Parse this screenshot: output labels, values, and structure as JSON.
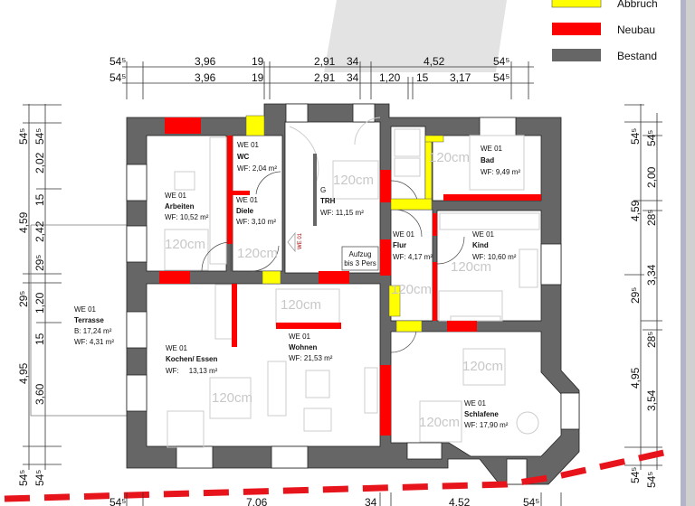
{
  "legend": {
    "items": [
      {
        "label": "Abbruch",
        "color": "#ffff00"
      },
      {
        "label": "Neubau",
        "color": "#ff0000"
      },
      {
        "label": "Bestand",
        "color": "#666666"
      }
    ]
  },
  "dimensions": {
    "top_row1": [
      "54⁵",
      "3,96",
      "19",
      "2,91",
      "34",
      "4,52",
      "54⁵"
    ],
    "top_row2": [
      "54⁵",
      "3,96",
      "19",
      "2,91",
      "34",
      "1,20",
      "15",
      "3,17",
      "54⁵"
    ],
    "left_outer": [
      "54⁵",
      "4,59",
      "29⁵",
      "4,95",
      "54⁵"
    ],
    "left_inner": [
      "54⁵",
      "2,02",
      "15",
      "2,42",
      "29⁵",
      "1,20",
      "15",
      "3,60",
      "54⁵"
    ],
    "right_outer": [
      "54⁵",
      "4,59",
      "29⁵",
      "4,95",
      "54⁵"
    ],
    "right_inner": [
      "54⁵",
      "2,00",
      "28⁵",
      "3,34",
      "28⁵",
      "3,54",
      "54⁵"
    ],
    "bottom": [
      "54⁵",
      "7,06",
      "34",
      "4,52",
      "54⁵"
    ]
  },
  "rooms": [
    {
      "unit": "WE 01",
      "name": "WC",
      "area": "WF: 2,04 m²"
    },
    {
      "unit": "WE 01",
      "name": "Arbeiten",
      "area": "WF: 10,52 m²"
    },
    {
      "unit": "WE 01",
      "name": "Diele",
      "area": "WF: 3,10 m²"
    },
    {
      "unit": "G",
      "name": "TRH",
      "area": "WF: 11,15 m²"
    },
    {
      "unit": "WE 01",
      "name": "Bad",
      "area": "WF: 9,49 m²"
    },
    {
      "unit": "WE 01",
      "name": "Flur",
      "area": "WF: 4,17 m²"
    },
    {
      "unit": "WE 01",
      "name": "Kind",
      "area": "WF: 10,60 m²"
    },
    {
      "unit": "WE 01",
      "name": "Terrasse",
      "area_b": "B:  17,24 m²",
      "area": "WF: 4,31 m²"
    },
    {
      "unit": "WE 01",
      "name": "Wohnen",
      "area": "WF: 21,53 m²"
    },
    {
      "unit": "WE 01",
      "name": "Kochen/ Essen",
      "area": "WF:     13,13 m²"
    },
    {
      "unit": "WE 01",
      "name": "Schlafene",
      "area": "WF: 17,90 m²"
    }
  ],
  "elevator": {
    "line1": "Aufzug",
    "line2": "bis 3 Pers"
  },
  "stair_marker": "WE 01",
  "clearance_label": "120cm",
  "colors": {
    "bestand": "#666666",
    "neubau": "#ff0000",
    "abbruch": "#ffff00",
    "boundary": "#e8141c"
  }
}
